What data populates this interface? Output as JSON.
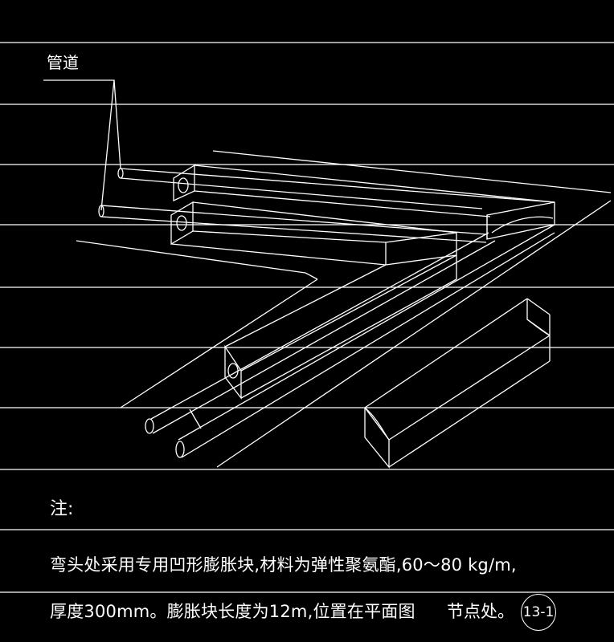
{
  "drawing": {
    "pipe_label": "管道",
    "note_title": "注:",
    "note_line1": "弯头处采用专用凹形膨胀块,材料为弹性聚氨酯,60～80 kg/m,",
    "note_line2": "厚度300mm。膨胀块长度为12m,位置在平面图",
    "note_suffix": "节点处。",
    "detail_ref": "13-1"
  },
  "colors": {
    "background": "#000000",
    "line": "#ffffff"
  }
}
